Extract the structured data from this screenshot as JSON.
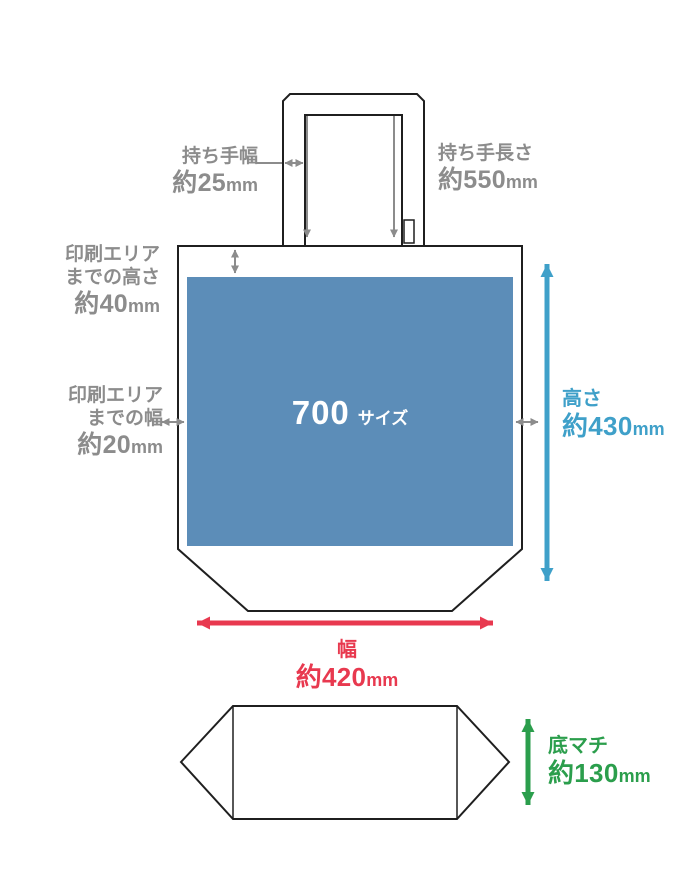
{
  "colors": {
    "print_area": "#5c8db8",
    "outline": "#1f1f1f",
    "gray": "#8c8c8c",
    "blue": "#3fa0c9",
    "red": "#e8394f",
    "green": "#2b9e4c"
  },
  "print_area": {
    "size": "700",
    "size_unit": "サイズ"
  },
  "dimensions": {
    "handle_width": {
      "label": "持ち手幅",
      "value": "約25",
      "unit": "mm"
    },
    "handle_length": {
      "label": "持ち手長さ",
      "value": "約550",
      "unit": "mm"
    },
    "print_top": {
      "label1": "印刷エリア",
      "label2": "までの高さ",
      "value": "約40",
      "unit": "mm"
    },
    "print_side": {
      "label1": "印刷エリア",
      "label2": "までの幅",
      "value": "約20",
      "unit": "mm"
    },
    "height": {
      "label": "高さ",
      "value": "約430",
      "unit": "mm"
    },
    "width": {
      "label": "幅",
      "value": "約420",
      "unit": "mm"
    },
    "gusset": {
      "label": "底マチ",
      "value": "約130",
      "unit": "mm"
    }
  }
}
